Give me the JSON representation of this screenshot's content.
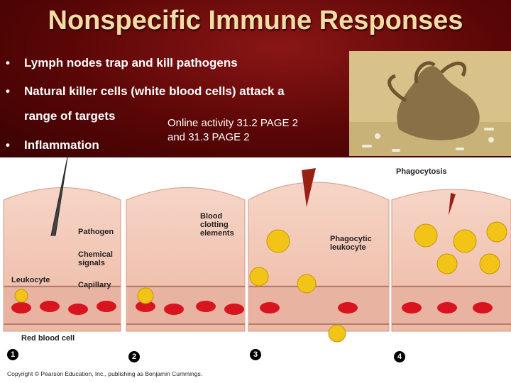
{
  "slide": {
    "title": "Nonspecific Immune Responses",
    "bullets": [
      "Lymph nodes trap and kill pathogens",
      "Natural killer cells (white blood cells) attack a",
      "range of targets",
      "Inflammation"
    ],
    "bullet_marker": "•",
    "note_line1": "Online activity 31.2 PAGE 2",
    "note_line2": "and 31.3 PAGE 2"
  },
  "figure": {
    "labels": {
      "pathogen": "Pathogen",
      "chemical_signals_1": "Chemical",
      "chemical_signals_2": "signals",
      "leukocyte": "Leukocyte",
      "capillary": "Capillary",
      "red_blood_cell": "Red blood cell",
      "blood_clotting_1": "Blood",
      "blood_clotting_2": "clotting",
      "blood_clotting_3": "elements",
      "phagocytic_1": "Phagocytic",
      "phagocytic_2": "leukocyte",
      "phagocytosis": "Phagocytosis"
    },
    "step_numbers": [
      "1",
      "2",
      "3",
      "4"
    ],
    "copyright": "Copyright © Pearson Education, Inc., publishing as Benjamin Cummings."
  },
  "colors": {
    "title": "#f1dca6",
    "background": "#5a0606",
    "tissue": "#f3c2b0",
    "capillary": "#e8b8a8",
    "rbc": "#d8141e",
    "leukocyte": "#f2c417",
    "pathogen": "#f05a1e"
  }
}
